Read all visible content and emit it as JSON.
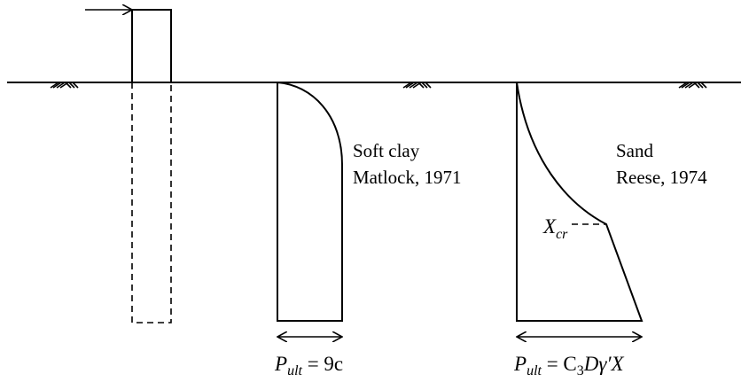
{
  "clay": {
    "title": "Soft clay",
    "reference": "Matlock, 1971",
    "formula_p": "P",
    "formula_sub": "ult",
    "formula_rest": " = 9c"
  },
  "sand": {
    "title": "Sand",
    "reference": "Reese, 1974",
    "formula_p": "P",
    "formula_sub": "ult",
    "formula_rest": " = C",
    "formula_sub2": "3",
    "formula_rest2": "Dγ′X",
    "xcr_main": "X",
    "xcr_sub": "cr"
  }
}
